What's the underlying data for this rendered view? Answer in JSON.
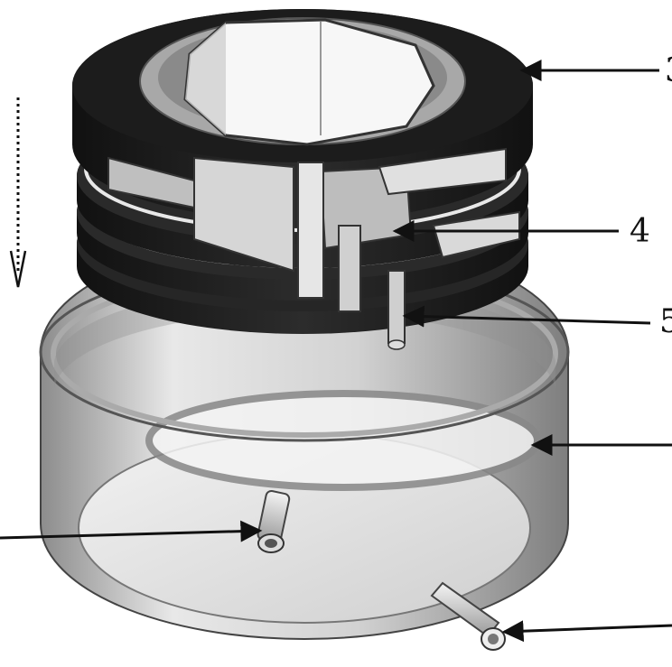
{
  "colors": {
    "ink": "#111111",
    "disc_dark": "#1e1e1e",
    "disc_mid": "#3a3a3a",
    "tank_light": "#e6e6e6",
    "tank_shade": "#9a9a9a",
    "metal": "#c4c4c4"
  },
  "labels": {
    "label_3": "3",
    "label_4": "4",
    "label_5": "5"
  },
  "icons": {
    "downward_arrow": "dotted-down-arrow-icon"
  }
}
